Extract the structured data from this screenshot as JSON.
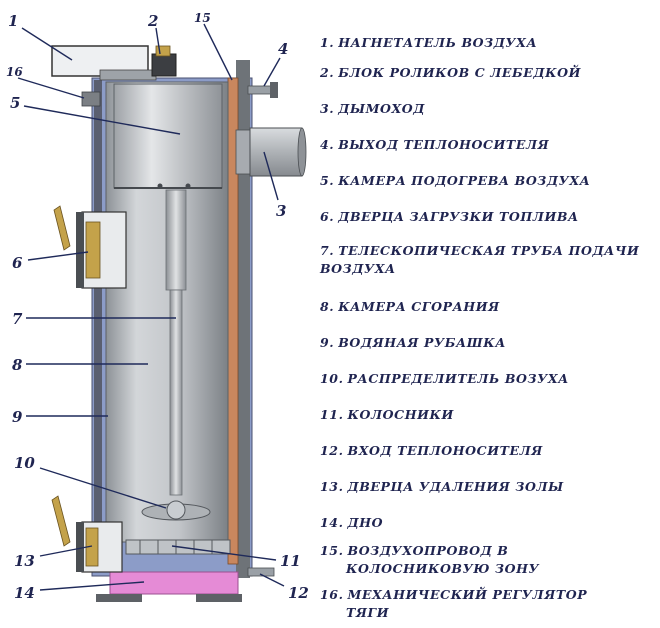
{
  "callout_numbers": [
    "1",
    "2",
    "15",
    "4",
    "16",
    "5",
    "3",
    "6",
    "7",
    "8",
    "9",
    "10",
    "13",
    "11",
    "14",
    "12"
  ],
  "legend": [
    {
      "num": "1.",
      "text": "НАГНЕТАТЕЛЬ ВОЗДУХА"
    },
    {
      "num": "2.",
      "text": "БЛОК РОЛИКОВ С ЛЕБЕДКОЙ"
    },
    {
      "num": "3.",
      "text": "ДЫМОХОД"
    },
    {
      "num": "4.",
      "text": "ВЫХОД ТЕПЛОНОСИТЕЛЯ"
    },
    {
      "num": "5.",
      "text": "КАМЕРА ПОДОГРЕВА ВОЗДУХА"
    },
    {
      "num": "6.",
      "text": "ДВЕРЦА ЗАГРУЗКИ ТОПЛИВА"
    },
    {
      "num": "7.",
      "text": "ТЕЛЕСКОПИЧЕСКАЯ ТРУБА ПОДАЧИ",
      "text2": "ВОЗДУХА"
    },
    {
      "num": "8.",
      "text": "КАМЕРА СГОРАНИЯ"
    },
    {
      "num": "9.",
      "text": "ВОДЯНАЯ РУБАШКА"
    },
    {
      "num": "10.",
      "text": "РАСПРЕДЕЛИТЕЛЬ ВОЗУХА"
    },
    {
      "num": "11.",
      "text": "КОЛОСНИКИ"
    },
    {
      "num": "12.",
      "text": "ВХОД ТЕПЛОНОСИТЕЛЯ"
    },
    {
      "num": "13.",
      "text": "ДВЕРЦА УДАЛЕНИЯ ЗОЛЫ"
    },
    {
      "num": "14.",
      "text": "ДНО"
    },
    {
      "num": "15.",
      "text": "ВОЗДУХОПРОВОД В",
      "text2": "КОЛОСНИКОВУЮ ЗОНУ"
    },
    {
      "num": "16.",
      "text": "МЕХАНИЧЕСКИЙ РЕГУЛЯТОР",
      "text2": "ТЯГИ"
    }
  ],
  "colors": {
    "text": "#1f2450",
    "leader": "#1f2a5a",
    "jacket_blue": "#8c9cc8",
    "copper_pipe": "#c9875e",
    "bottom_pink": "#e58bd6",
    "steel": "#b4b8bd",
    "brass": "#c4a24a"
  }
}
